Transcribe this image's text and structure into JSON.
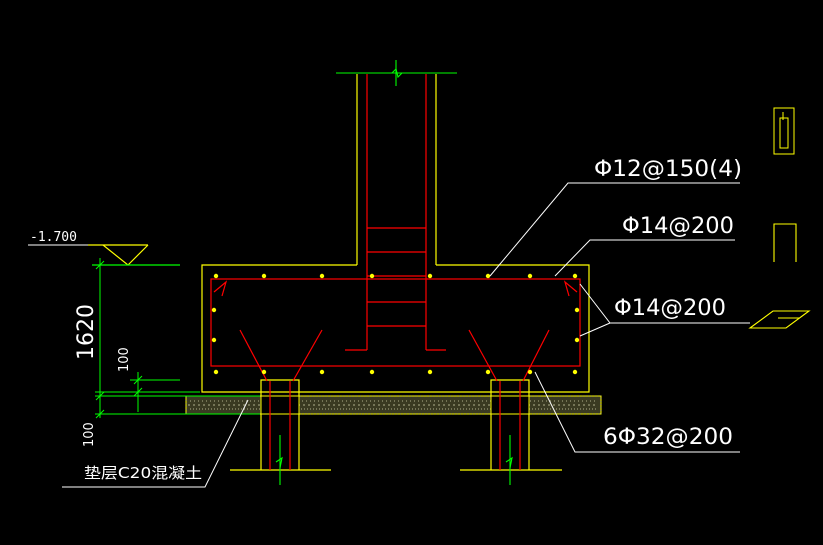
{
  "drawing": {
    "elevation_label": "-1.700",
    "dim_height_main": "1620",
    "dim_cover_top": "100",
    "dim_cushion": "100",
    "rebar_stirrup": "Φ12@150(4)",
    "rebar_top": "Φ14@200",
    "rebar_side": "Φ14@200",
    "rebar_bottom": "6Φ32@200",
    "cushion_label": "垫层C20混凝土"
  },
  "colors": {
    "background": "#000000",
    "concrete_outline": "#ffff00",
    "rebar": "#ff0000",
    "dimension": "#00ff00",
    "leader": "#ffffff",
    "rebar_dot": "#ffff00"
  }
}
